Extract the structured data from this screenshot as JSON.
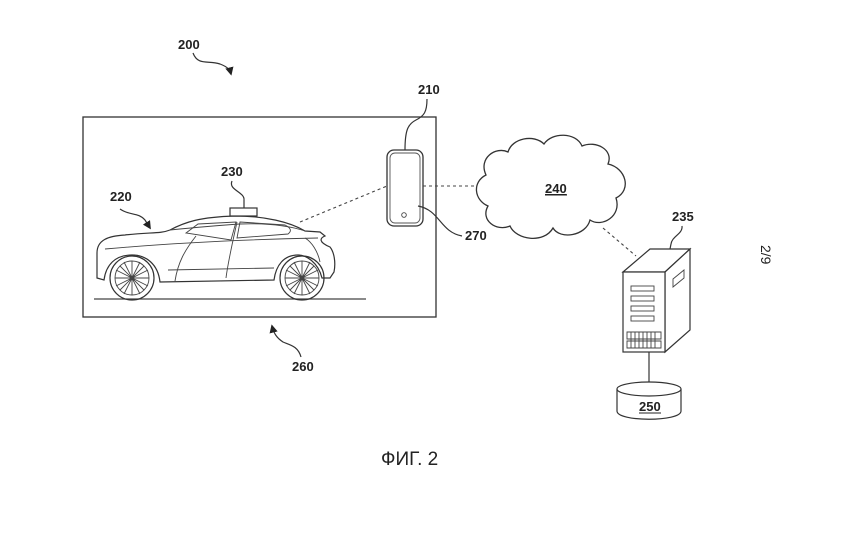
{
  "figure": {
    "caption": "ФИГ. 2",
    "sheet_number": "2/9",
    "reference_numerals": {
      "system": "200",
      "mobile_device": "210",
      "vehicle": "220",
      "sensor": "230",
      "server": "235",
      "network": "240",
      "database": "250",
      "environment": "260",
      "app": "270"
    }
  }
}
